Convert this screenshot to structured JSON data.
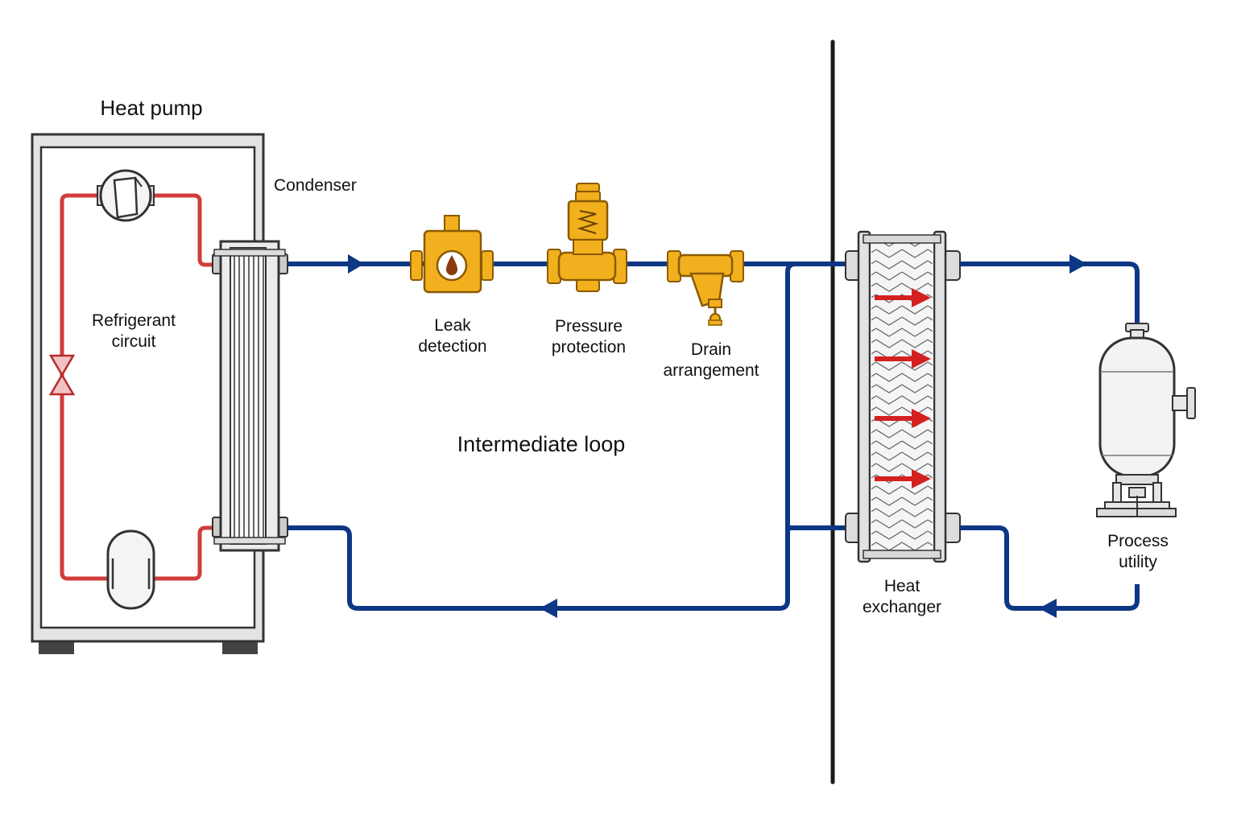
{
  "labels": {
    "heat_pump": "Heat pump",
    "condenser": "Condenser",
    "refrigerant_line1": "Refrigerant",
    "refrigerant_line2": "circuit",
    "leak_line1": "Leak",
    "leak_line2": "detection",
    "pressure_line1": "Pressure",
    "pressure_line2": "protection",
    "drain_line1": "Drain",
    "drain_line2": "arrangement",
    "loop": "Intermediate loop",
    "hx_line1": "Heat",
    "hx_line2": "exchanger",
    "utility_line1": "Process",
    "utility_line2": "utility"
  },
  "colors": {
    "pipe": "#0d3784",
    "refrigerant": "#d23c3c",
    "fitting": "#f2b01e",
    "fitting_stroke": "#8a5a00",
    "heat_arrow": "#d42020",
    "equipment_fill": "#e9e9e9",
    "outline": "#333333"
  }
}
